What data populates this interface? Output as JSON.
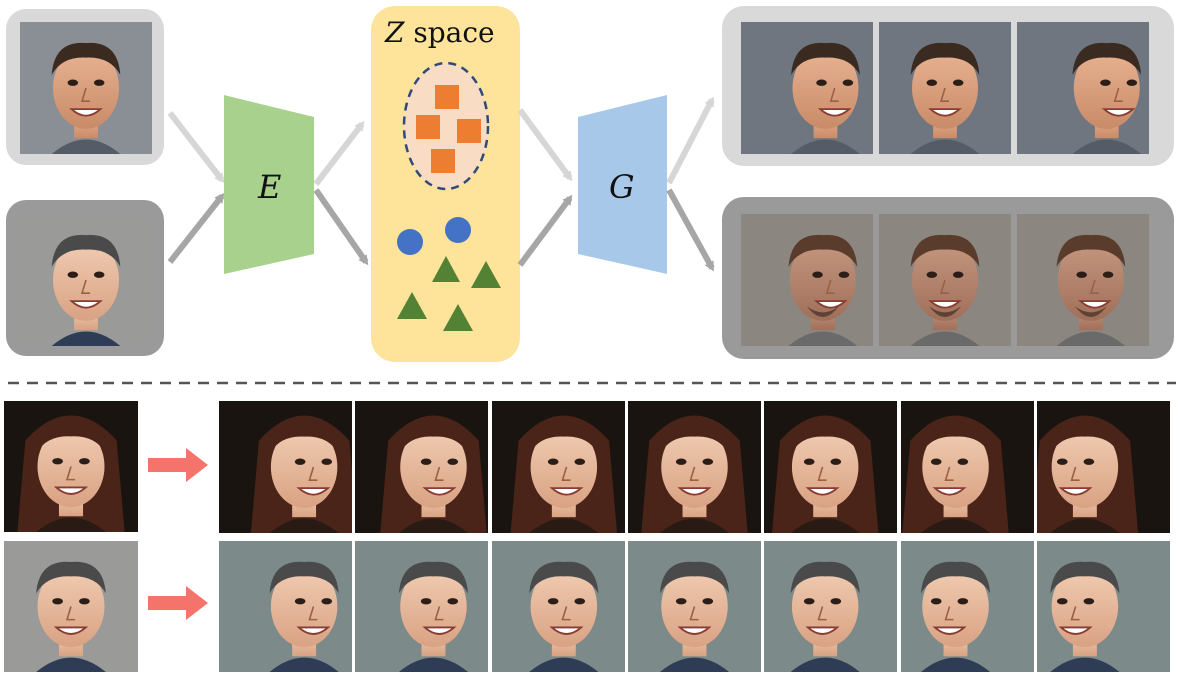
{
  "latent_box": {
    "var": "Z",
    "word": "space"
  },
  "encoder": {
    "label": "E"
  },
  "generator": {
    "label": "G"
  },
  "colors": {
    "panel_light": "#d9d9d9",
    "panel_dark": "#9a9a9a",
    "latent_bg": "#fde49a",
    "encoder_fill": "#a9d18e",
    "generator_fill": "#a7c8e8",
    "cluster_bg": "#f8dcc4",
    "square": "#ed7d31",
    "circle": "#4472c4",
    "triangle": "#548235",
    "arrow_light": "#d6d6d6",
    "arrow_dark": "#a6a6a6",
    "arrow_red": "#f4736a",
    "divider": "#555555"
  },
  "shapes": {
    "squares": 4,
    "circles": 2,
    "triangles": 4
  },
  "faces": {
    "input_top": "smiling-young-man-face",
    "input_bottom": "smiling-middle-aged-man-face",
    "output_top": [
      "man-face-turned-right",
      "man-face-frontal",
      "man-face-turned-right-2"
    ],
    "output_bottom": [
      "distorted-face-1",
      "distorted-face-2",
      "distorted-face-3"
    ],
    "woman_source": "smiling-woman-face",
    "woman_rotations": 7,
    "man_source": "smiling-man-face",
    "man_rotations": 7
  }
}
